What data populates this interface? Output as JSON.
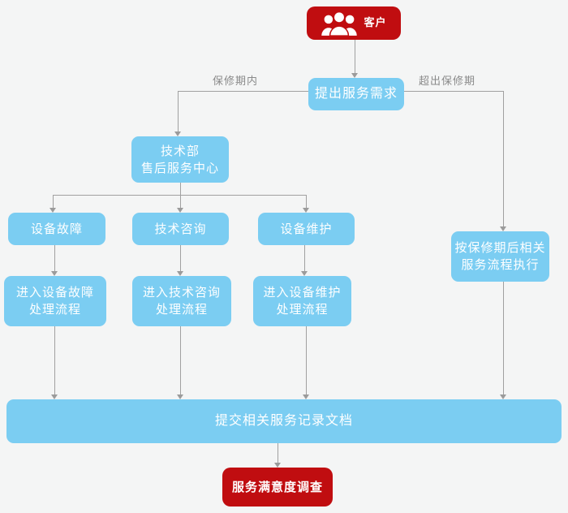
{
  "diagram": {
    "nodes": {
      "customer": {
        "label": "客户",
        "icon": "people-group-icon"
      },
      "request": {
        "label": "提出服务需求"
      },
      "tech_center": {
        "line1": "技术部",
        "line2": "售后服务中心"
      },
      "device_fault": {
        "label": "设备故障"
      },
      "tech_consult": {
        "label": "技术咨询"
      },
      "device_maintain": {
        "label": "设备维护"
      },
      "fault_process": {
        "line1": "进入设备故障",
        "line2": "处理流程"
      },
      "consult_process": {
        "line1": "进入技术咨询",
        "line2": "处理流程"
      },
      "maintain_process": {
        "line1": "进入设备维护",
        "line2": "处理流程"
      },
      "post_warranty_process": {
        "line1": "按保修期后相关",
        "line2": "服务流程执行"
      },
      "submit_records": {
        "label": "提交相关服务记录文档"
      },
      "satisfaction_survey": {
        "label": "服务满意度调查"
      }
    },
    "edge_labels": {
      "within_warranty": "保修期内",
      "beyond_warranty": "超出保修期"
    },
    "colors": {
      "node_red": "#c00d10",
      "node_blue": "#7bcdf2",
      "connector_gray": "#9b9b9b",
      "label_gray": "#8a8a8a",
      "text_white": "#ffffff",
      "background": "#f4f5f5"
    }
  }
}
